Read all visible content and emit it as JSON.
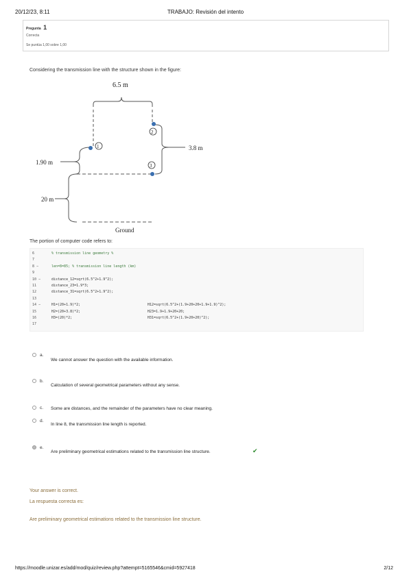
{
  "header": {
    "date": "20/12/23, 8:11",
    "title": "TRABAJO: Revisión del intento"
  },
  "question": {
    "label": "Pregunta",
    "number": "1",
    "state": "Correcta",
    "grade": "Se puntúa 1,00 sobre 1,00"
  },
  "intro_text": "Considering the transmission line with the structure shown in the figure:",
  "figure": {
    "top_width": "6.5 m",
    "mid_height": "3.8 m",
    "left_height": "1.90 m",
    "ground_height": "20 m",
    "ground": "Ground",
    "labels": [
      "1",
      "2",
      "3"
    ]
  },
  "code_intro": "The portion of computer code refers to:",
  "code_lines": [
    {
      "n": "6",
      "c1": "% transmission line geometry %",
      "c2": "",
      "comment": true
    },
    {
      "n": "7",
      "c1": "",
      "c2": "",
      "comment": false
    },
    {
      "n": "8 −",
      "c1": "len=8=85; % transmission line length (km)",
      "c2": "",
      "comment": true
    },
    {
      "n": "9",
      "c1": "",
      "c2": "",
      "comment": false
    },
    {
      "n": "10 −",
      "c1": "distance_12=sqrt(6.5^2+1.9^2);",
      "c2": "",
      "comment": false
    },
    {
      "n": "11",
      "c1": "distance_23=1.9*3;",
      "c2": "",
      "comment": false
    },
    {
      "n": "12",
      "c1": "distance_31=sqrt(6.5^2+1.9^2);",
      "c2": "",
      "comment": false
    },
    {
      "n": "13",
      "c1": "",
      "c2": "",
      "comment": false
    },
    {
      "n": "14 −",
      "c1": "H1=(20+1.9)*2;",
      "c2": "H12=sqrt(6.5^2+(1.9+20+20+1.9+1.9)^2);",
      "comment": false
    },
    {
      "n": "15",
      "c1": "H2=(20+3.8)*2;",
      "c2": "H23=1.9+1.9+20+20;",
      "comment": false
    },
    {
      "n": "16",
      "c1": "H3=(20)*2;",
      "c2": "H31=sqrt(6.5^2+(1.9+20+20)^2);",
      "comment": false
    },
    {
      "n": "17",
      "c1": "",
      "c2": "",
      "comment": false
    }
  ],
  "options": [
    {
      "letter": "a.",
      "text": "We cannot answer the question with the available information.",
      "selected": false,
      "correct": false
    },
    {
      "letter": "b.",
      "text": "Calculation of several geometrical parameters without any sense.",
      "selected": false,
      "correct": false
    },
    {
      "letter": "c.",
      "text": "Some are distances, and the remainder of the parameters have no clear meaning.",
      "selected": false,
      "correct": false
    },
    {
      "letter": "d.",
      "text": "In line 8, the transmission line length is reported.",
      "selected": false,
      "correct": false
    },
    {
      "letter": "e.",
      "text": "Are preliminary geometrical estimations related to the transmission line structure.",
      "selected": true,
      "correct": true
    }
  ],
  "feedback": {
    "result": "Your answer is correct.",
    "correct_label": "La respuesta correcta es:",
    "correct_answer": "Are preliminary geometrical estimations related to the transmission line structure."
  },
  "footer": {
    "url": "https://moodle.unizar.es/add/mod/quiz/review.php?attempt=5165546&cmid=5927418",
    "page": "2/12"
  },
  "colors": {
    "feedback": "#8a6d3b",
    "check": "#2e8b2e",
    "node": "#3a6fb0"
  }
}
